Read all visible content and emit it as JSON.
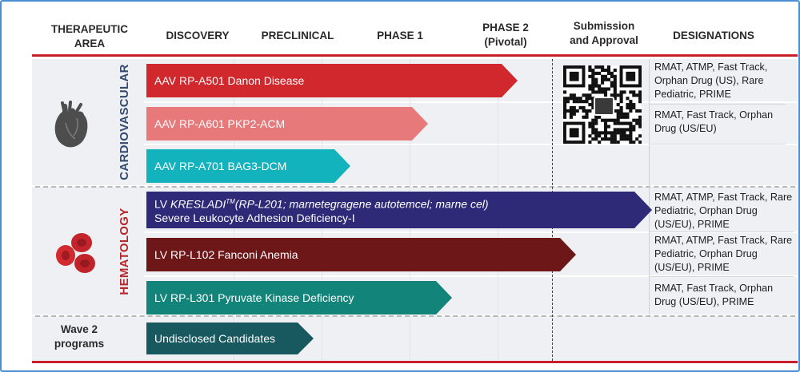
{
  "headers": {
    "therapeutic_area": "THERAPEUTIC AREA",
    "discovery": "DISCOVERY",
    "preclinical": "PRECLINICAL",
    "phase1": "PHASE 1",
    "phase2_line1": "PHASE 2",
    "phase2_line2": "(Pivotal)",
    "submission_line1": "Submission",
    "submission_line2": "and Approval",
    "designations": "DESIGNATIONS"
  },
  "areas": {
    "cardiovascular": "CARDIOVASCULAR",
    "hematology": "HEMATOLOGY",
    "wave2_line1": "Wave 2",
    "wave2_line2": "programs"
  },
  "programs": {
    "danon": "AAV RP-A501 Danon Disease",
    "pkp2": "AAV RP-A601 PKP2-ACM",
    "bag3": "AAV RP-A701 BAG3-DCM",
    "kresladi_prefix": "LV ",
    "kresladi_name": "KRESLADI",
    "kresladi_tm": "TM",
    "kresladi_rest": "(RP-L201; marnetegragene autotemcel; marne cel)",
    "kresladi_line2": "Severe Leukocyte Adhesion Deficiency-I",
    "fanconi": "LV RP-L102 Fanconi Anemia",
    "pkd": "LV RP-L301 Pyruvate Kinase Deficiency",
    "undisclosed": "Undisclosed Candidates"
  },
  "designations": {
    "danon": "RMAT, ATMP, Fast Track, Orphan Drug (US), Rare Pediatric, PRIME",
    "pkp2": "RMAT, Fast Track, Orphan Drug (US/EU)",
    "kresladi": "RMAT, ATMP, Fast Track, Rare Pediatric, Orphan Drug (US/EU), PRIME",
    "fanconi": "RMAT, ATMP, Fast Track, Rare Pediatric, Orphan Drug (US/EU), PRIME",
    "pkd": "RMAT, Fast Track, Orphan Drug (US/EU), PRIME"
  },
  "colors": {
    "danon": "#d1282e",
    "pkp2": "#e8797b",
    "bag3": "#13b3bd",
    "kresladi": "#2e2a78",
    "fanconi": "#6e1718",
    "pkd": "#138479",
    "undisclosed": "#18585f",
    "cardio_label": "#344a6f",
    "hema_label": "#b5282e",
    "accent_line": "#c8202a"
  },
  "icons": {
    "heart": "heart-icon",
    "blood_cells": "red-blood-cells-icon",
    "qr": "qr-code-icon"
  }
}
